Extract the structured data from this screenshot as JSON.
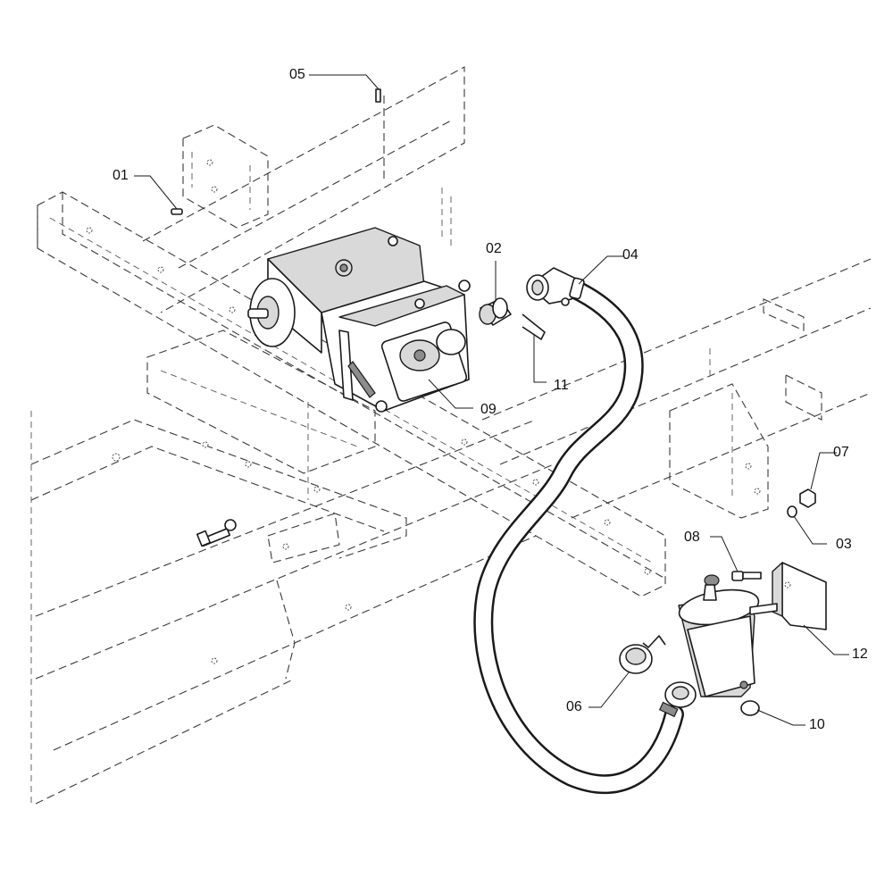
{
  "callouts": [
    {
      "id": "05",
      "label": "05"
    },
    {
      "id": "01",
      "label": "01"
    },
    {
      "id": "02",
      "label": "02"
    },
    {
      "id": "04",
      "label": "04"
    },
    {
      "id": "11",
      "label": "11"
    },
    {
      "id": "09",
      "label": "09"
    },
    {
      "id": "07",
      "label": "07"
    },
    {
      "id": "03",
      "label": "03"
    },
    {
      "id": "08",
      "label": "08"
    },
    {
      "id": "12",
      "label": "12"
    },
    {
      "id": "06",
      "label": "06"
    },
    {
      "id": "10",
      "label": "10"
    }
  ],
  "colors": {
    "line": "#1a1a1a",
    "frame_dash": "#3a3a3a",
    "part_shade": "#d9d9d9",
    "background": "#ffffff"
  }
}
